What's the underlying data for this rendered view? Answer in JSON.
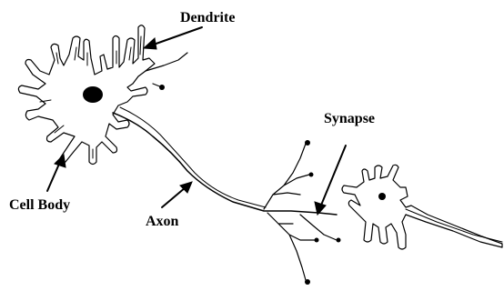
{
  "labels": {
    "dendrite": "Dendrite",
    "synapse": "Synapse",
    "cell_body": "Cell Body",
    "axon": "Axon"
  }
}
